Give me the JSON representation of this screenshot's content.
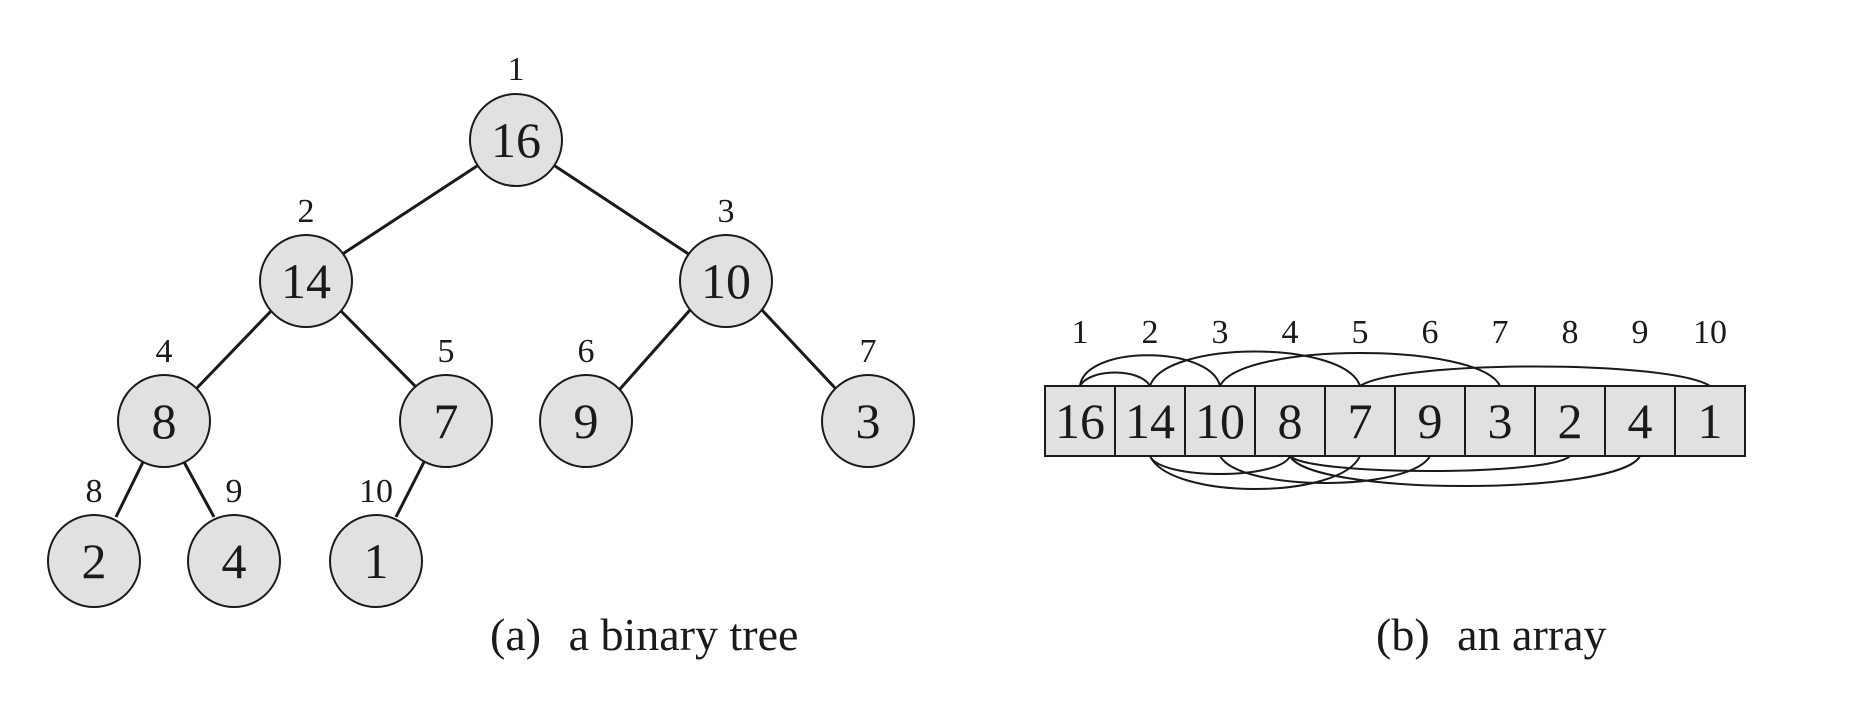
{
  "tree": {
    "caption_tag": "(a)",
    "caption_text": "a binary tree",
    "nodes": [
      {
        "index": "1",
        "value": "16"
      },
      {
        "index": "2",
        "value": "14"
      },
      {
        "index": "3",
        "value": "10"
      },
      {
        "index": "4",
        "value": "8"
      },
      {
        "index": "5",
        "value": "7"
      },
      {
        "index": "6",
        "value": "9"
      },
      {
        "index": "7",
        "value": "3"
      },
      {
        "index": "8",
        "value": "2"
      },
      {
        "index": "9",
        "value": "4"
      },
      {
        "index": "10",
        "value": "1"
      }
    ]
  },
  "array": {
    "caption_tag": "(b)",
    "caption_text": "an array",
    "cells": [
      {
        "index": "1",
        "value": "16"
      },
      {
        "index": "2",
        "value": "14"
      },
      {
        "index": "3",
        "value": "10"
      },
      {
        "index": "4",
        "value": "8"
      },
      {
        "index": "5",
        "value": "7"
      },
      {
        "index": "6",
        "value": "9"
      },
      {
        "index": "7",
        "value": "3"
      },
      {
        "index": "8",
        "value": "2"
      },
      {
        "index": "9",
        "value": "4"
      },
      {
        "index": "10",
        "value": "1"
      }
    ]
  }
}
